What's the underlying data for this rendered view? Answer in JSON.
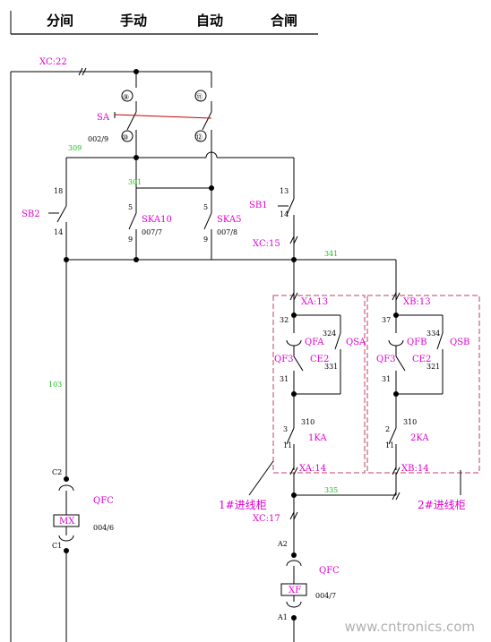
{
  "header": {
    "labels": [
      "分间",
      "手动",
      "自动",
      "合闸"
    ]
  },
  "labels": {
    "xc22": "XC:22",
    "sa": "SA",
    "sa_code": "002/9",
    "n9": "⑨",
    "n10": "⑩",
    "n11": "⑪",
    "n12": "⑫",
    "w309": "309",
    "w301": "301",
    "sb2": "SB2",
    "n18": "18",
    "n14a": "14",
    "n5a": "5",
    "n9a": "9",
    "n5b": "5",
    "n9b": "9",
    "ska10": "SKA10",
    "ska10_code": "007/7",
    "ska5": "SKA5",
    "ska5_code": "007/8",
    "sb1": "SB1",
    "n13": "13",
    "n14b": "14",
    "xc15": "XC:15",
    "w341": "341",
    "xa13": "XA:13",
    "xb13": "XB:13",
    "n32a": "32",
    "n324": "324",
    "qfa": "QFA",
    "qsa": "QSA",
    "qf3a": "QF3",
    "ce2a": "CE2",
    "n331": "331",
    "n31a": "31",
    "n3": "3",
    "n310a": "310",
    "n11a": "11",
    "ka1": "1KA",
    "xa14": "XA:14",
    "n37": "37",
    "n334": "334",
    "qfb": "QFB",
    "qsb": "QSB",
    "qf3b": "QF3",
    "ce2b": "CE2",
    "n321": "321",
    "n31b": "31",
    "n2": "2",
    "n310b": "310",
    "n11b": "11",
    "ka2": "2KA",
    "xb14": "XB:14",
    "w103": "103",
    "c2": "C2",
    "qfc_left": "QFC",
    "mx": "MX",
    "code_left": "004/6",
    "c1": "C1",
    "w335": "335",
    "cab1": "1#进线柜",
    "cab2": "2#进线柜",
    "xc17": "XC:17",
    "a2": "A2",
    "qfc_right": "QFC",
    "xf": "XF",
    "code_right": "004/7",
    "a1": "A1"
  },
  "colors": {
    "magenta": "#e000d0",
    "green": "#22bb22",
    "red": "#cc0000",
    "dash": "#c04060"
  },
  "watermark": "www.cntronics.com"
}
